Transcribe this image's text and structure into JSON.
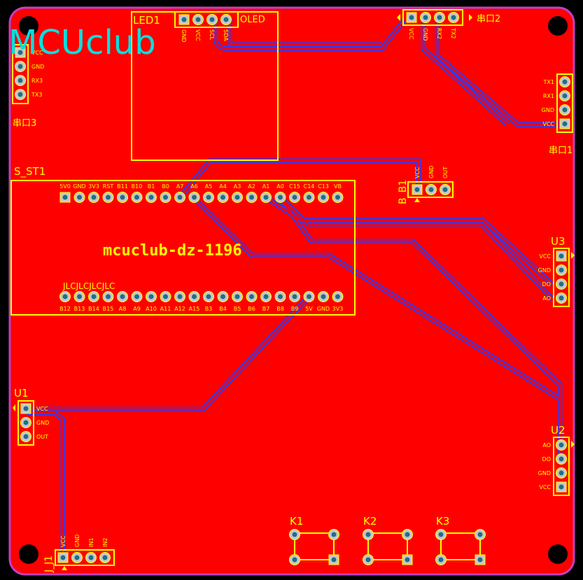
{
  "colors": {
    "copper": "#ff0000",
    "outline": "#c040c0",
    "silk": "#ffff00",
    "logo": "#00e0e0",
    "trace": "#2a3bff",
    "pad": "#c8c8c8",
    "hole": "#1e6f88",
    "background": "#000000"
  },
  "labels": {
    "logo": "MCUclub",
    "title": "mcuclub-dz-1196",
    "jlc": "JLCJLCJLCJLC",
    "led1": "LED1",
    "oled": "OLED",
    "s_st1": "S_ST1",
    "b_b1": "B_B1",
    "u1": "U1",
    "u2": "U2",
    "u3": "U3",
    "j_j1": "J_J1",
    "k1": "K1",
    "k2": "K2",
    "k3": "K3",
    "port1": "串口1",
    "port2": "串口2",
    "port3": "串口3"
  },
  "pins": {
    "oled": [
      "GND",
      "VCC",
      "SCL",
      "SDA"
    ],
    "port2": [
      "VCC",
      "GND",
      "RX2",
      "TX2"
    ],
    "port1": [
      "TX1",
      "RX1",
      "GND",
      "VCC"
    ],
    "port3": [
      "VCC",
      "GND",
      "RX3",
      "TX3"
    ],
    "b_b1": [
      "VCC",
      "GND",
      "OUT"
    ],
    "u3": [
      "VCC",
      "GND",
      "DO",
      "AO"
    ],
    "u2": [
      "AO",
      "DO",
      "GND",
      "VCC"
    ],
    "u1": [
      "VCC",
      "GND",
      "OUT"
    ],
    "j_j1": [
      "VCC",
      "GND",
      "IN1",
      "IN2"
    ],
    "st_top": [
      "5V0",
      "GND",
      "3V3",
      "RST",
      "B11",
      "B10",
      "B1",
      "B0",
      "A7",
      "A6",
      "A5",
      "A4",
      "A3",
      "A2",
      "A1",
      "A0",
      "C15",
      "C14",
      "C13",
      "VB"
    ],
    "st_bottom": [
      "B12",
      "B13",
      "B14",
      "B15",
      "A8",
      "A9",
      "A10",
      "A11",
      "A12",
      "A15",
      "B3",
      "B4",
      "B5",
      "B6",
      "B7",
      "B8",
      "B9",
      "5V",
      "GND",
      "3V3"
    ]
  }
}
